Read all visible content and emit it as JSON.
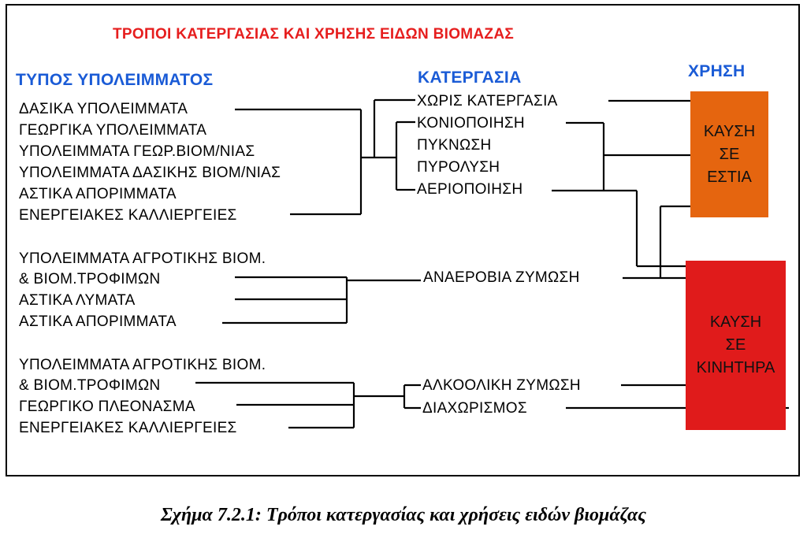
{
  "title": "ΤΡΟΠΟΙ ΚΑΤΕΡΓΑΣΙΑΣ ΚΑΙ ΧΡΗΣΗΣ ΕΙΔΩΝ ΒΙΟΜΑΖΑΣ",
  "headers": {
    "type": "ΤΥΠΟΣ ΥΠΟΛΕΙΜΜΑΤΟΣ",
    "processing": "ΚΑΤΕΡΓΑΣΙΑ",
    "use": "ΧΡΗΣΗ"
  },
  "residues": {
    "group1": [
      "ΔΑΣΙΚΑ ΥΠΟΛΕΙΜΜΑΤΑ",
      "ΓΕΩΡΓΙΚΑ ΥΠΟΛΕΙΜΜΑΤΑ",
      "ΥΠΟΛΕΙΜΜΑΤΑ ΓΕΩΡ.ΒΙΟΜ/ΝΙΑΣ",
      "ΥΠΟΛΕΙΜΜΑΤΑ ΔΑΣΙΚΗΣ  ΒΙΟΜ/ΝΙΑΣ",
      "ΑΣΤΙΚΑ ΑΠΟΡΙΜΜΑΤΑ",
      "ΕΝΕΡΓΕΙΑΚΕΣ ΚΑΛΛΙΕΡΓΕΙΕΣ"
    ],
    "group2": [
      "ΥΠΟΛΕΙΜΜΑΤΑ ΑΓΡΟΤΙΚΗΣ ΒΙΟΜ.",
      "& ΒΙΟΜ.ΤΡΟΦΙΜΩΝ",
      "ΑΣΤΙΚΑ ΛΥΜΑΤΑ",
      "ΑΣΤΙΚΑ ΑΠΟΡΙΜΜΑΤΑ"
    ],
    "group3": [
      "ΥΠΟΛΕΙΜΜΑΤΑ ΑΓΡΟΤΙΚΗΣ ΒΙΟΜ.",
      "& ΒΙΟΜ.ΤΡΟΦΙΜΩΝ",
      "ΓΕΩΡΓΙΚΟ ΠΛΕΟΝΑΣΜΑ",
      "ΕΝΕΡΓΕΙΑΚΕΣ ΚΑΛΛΙΕΡΓΕΙΕΣ"
    ]
  },
  "processing": {
    "group1": [
      "ΧΩΡΙΣ ΚΑΤΕΡΓΑΣΙΑ",
      "ΚΟΝΙΟΠΟΙΗΣΗ",
      "ΠΥΚΝΩΣΗ",
      "ΠΥΡΟΛΥΣΗ",
      "ΑΕΡΙΟΠΟΙΗΣΗ"
    ],
    "group2": [
      "ΑΝΑΕΡΟΒΙΑ ΖΥΜΩΣΗ"
    ],
    "group3": [
      "ΑΛΚΟΟΛΙΚΗ ΖΥΜΩΣΗ",
      "ΔΙΑΧΩΡΙΣΜΟΣ"
    ]
  },
  "uses": {
    "hearth": {
      "label": "ΚΑΥΣΗ\nΣΕ\nΕΣΤΙΑ",
      "color": "#e5650f"
    },
    "engine": {
      "label": "ΚΑΥΣΗ\nΣΕ\nΚΙΝΗΤΗΡΑ",
      "color": "#e01b1b"
    }
  },
  "caption": "Σχήμα 7.2.1: Τρόποι κατεργασίας και χρήσεις ειδών βιομάζας"
}
